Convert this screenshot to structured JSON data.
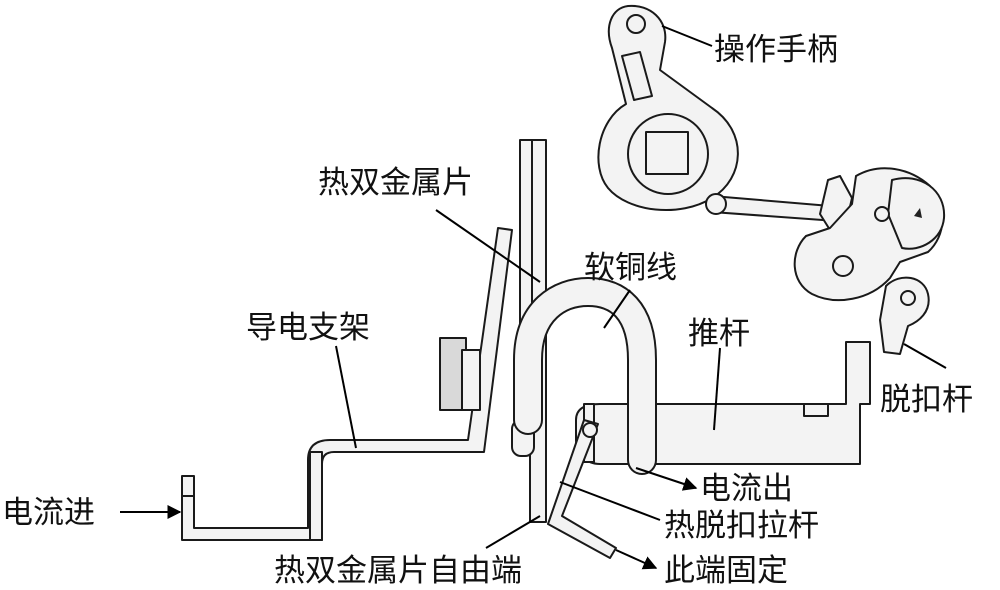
{
  "labels": {
    "operating_handle": "操作手柄",
    "thermal_bimetal": "热双金属片",
    "flexible_copper_wire": "软铜线",
    "push_rod": "推杆",
    "conductive_bracket": "导电支架",
    "trip_lever": "脱扣杆",
    "current_in": "电流进",
    "current_out": "电流出",
    "thermal_trip_pull_rod": "热脱扣拉杆",
    "bimetal_free_end": "热双金属片自由端",
    "fixed_end": "此端固定"
  }
}
